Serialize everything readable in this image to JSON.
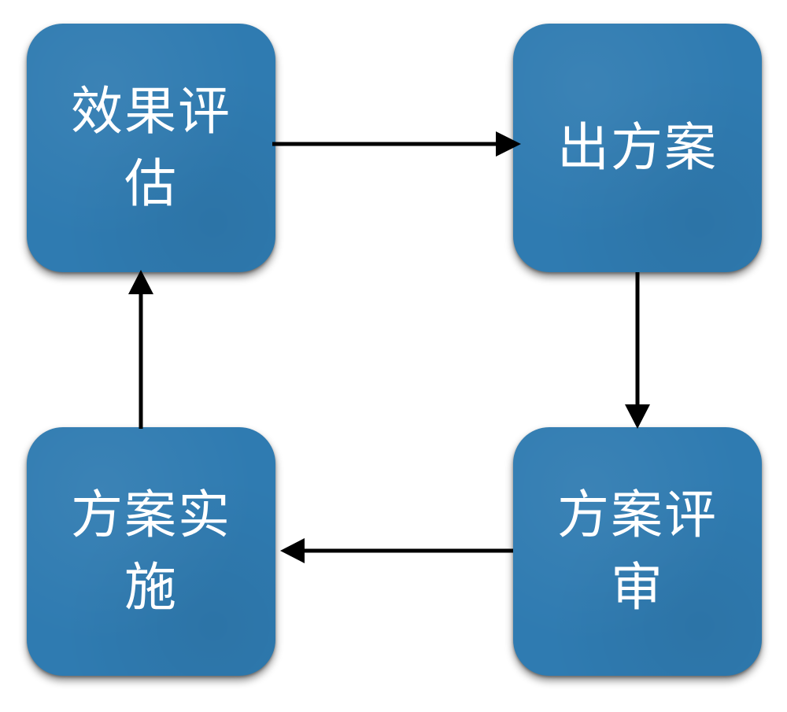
{
  "nodes": [
    {
      "id": "eval",
      "label": "效果评估"
    },
    {
      "id": "plan",
      "label": "出方案"
    },
    {
      "id": "review",
      "label": "方案评审"
    },
    {
      "id": "impl",
      "label": "方案实施"
    }
  ],
  "edges": [
    {
      "from": "eval",
      "to": "plan"
    },
    {
      "from": "plan",
      "to": "review"
    },
    {
      "from": "review",
      "to": "impl"
    },
    {
      "from": "impl",
      "to": "eval"
    }
  ]
}
